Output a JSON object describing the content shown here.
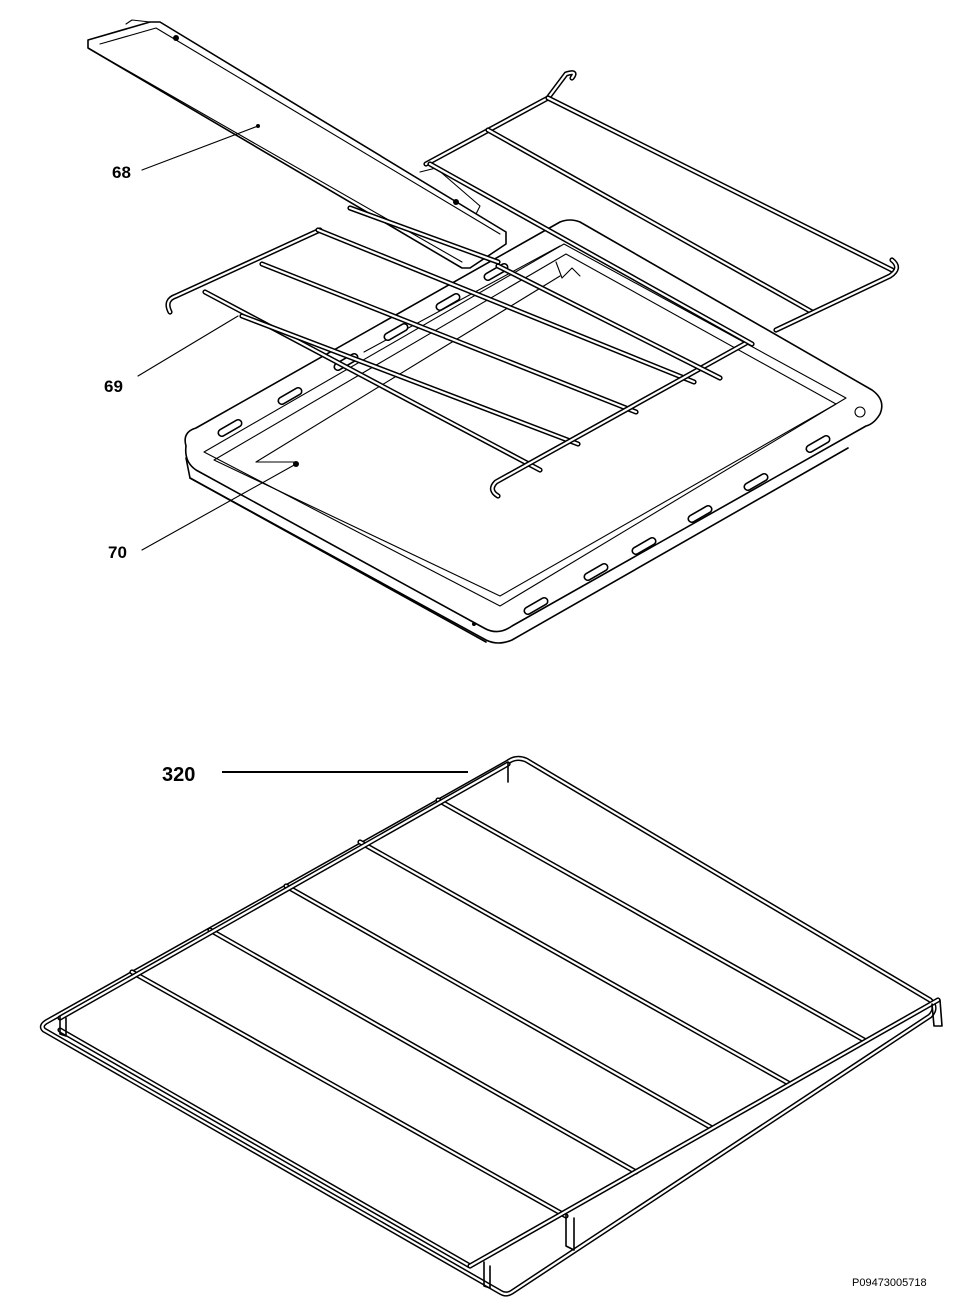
{
  "callouts": {
    "c68": "68",
    "c69": "69",
    "c70": "70",
    "c320": "320"
  },
  "reference_code": "P09473005718",
  "colors": {
    "line": "#000000",
    "background": "#ffffff"
  }
}
